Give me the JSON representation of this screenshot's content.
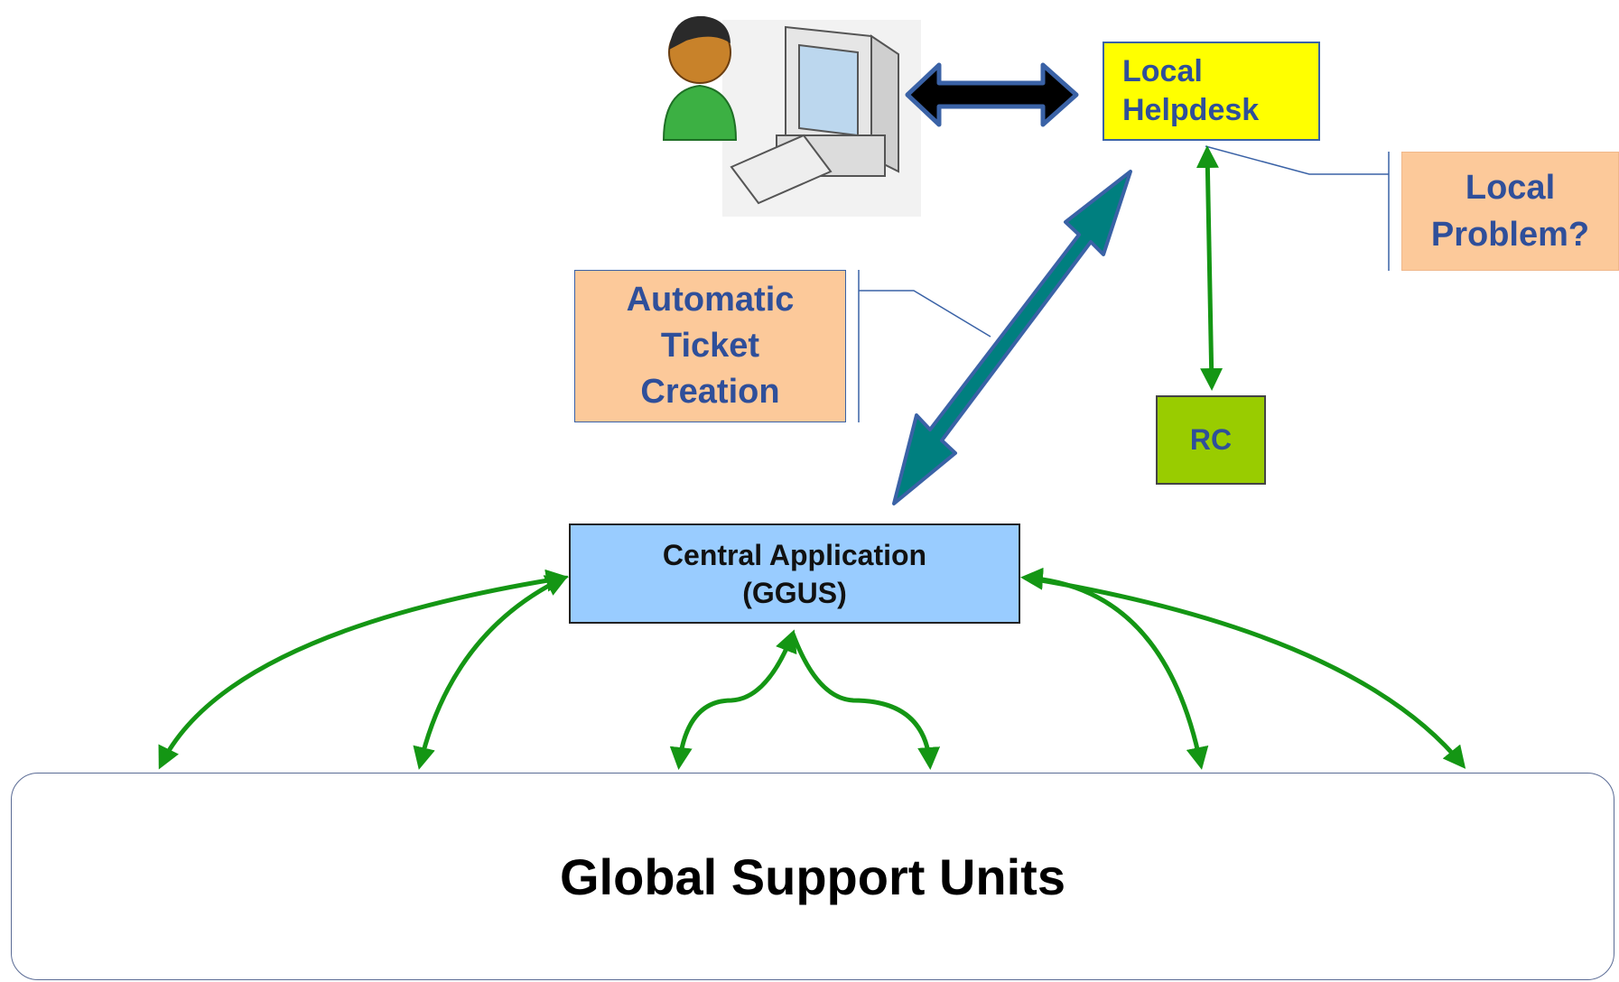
{
  "nodes": {
    "local_helpdesk": "Local\nHelpdesk",
    "local_problem": "Local\nProblem?",
    "automatic_ticket": "Automatic\nTicket\nCreation",
    "rc": "RC",
    "central_application": "Central Application\n(GGUS)",
    "global_support_units": "Global Support Units"
  },
  "icons": [
    "user-icon",
    "computer-icon",
    "double-arrow-icon"
  ],
  "colors": {
    "helpdesk_fill": "#ffff00",
    "callout_fill": "#fcc99a",
    "rc_fill": "#99cc00",
    "central_fill": "#99ccff",
    "connector_green": "#149614",
    "big_arrow": "#007f7f",
    "big_arrow_border": "#3a62a6",
    "label_text": "#2f4f9a"
  }
}
